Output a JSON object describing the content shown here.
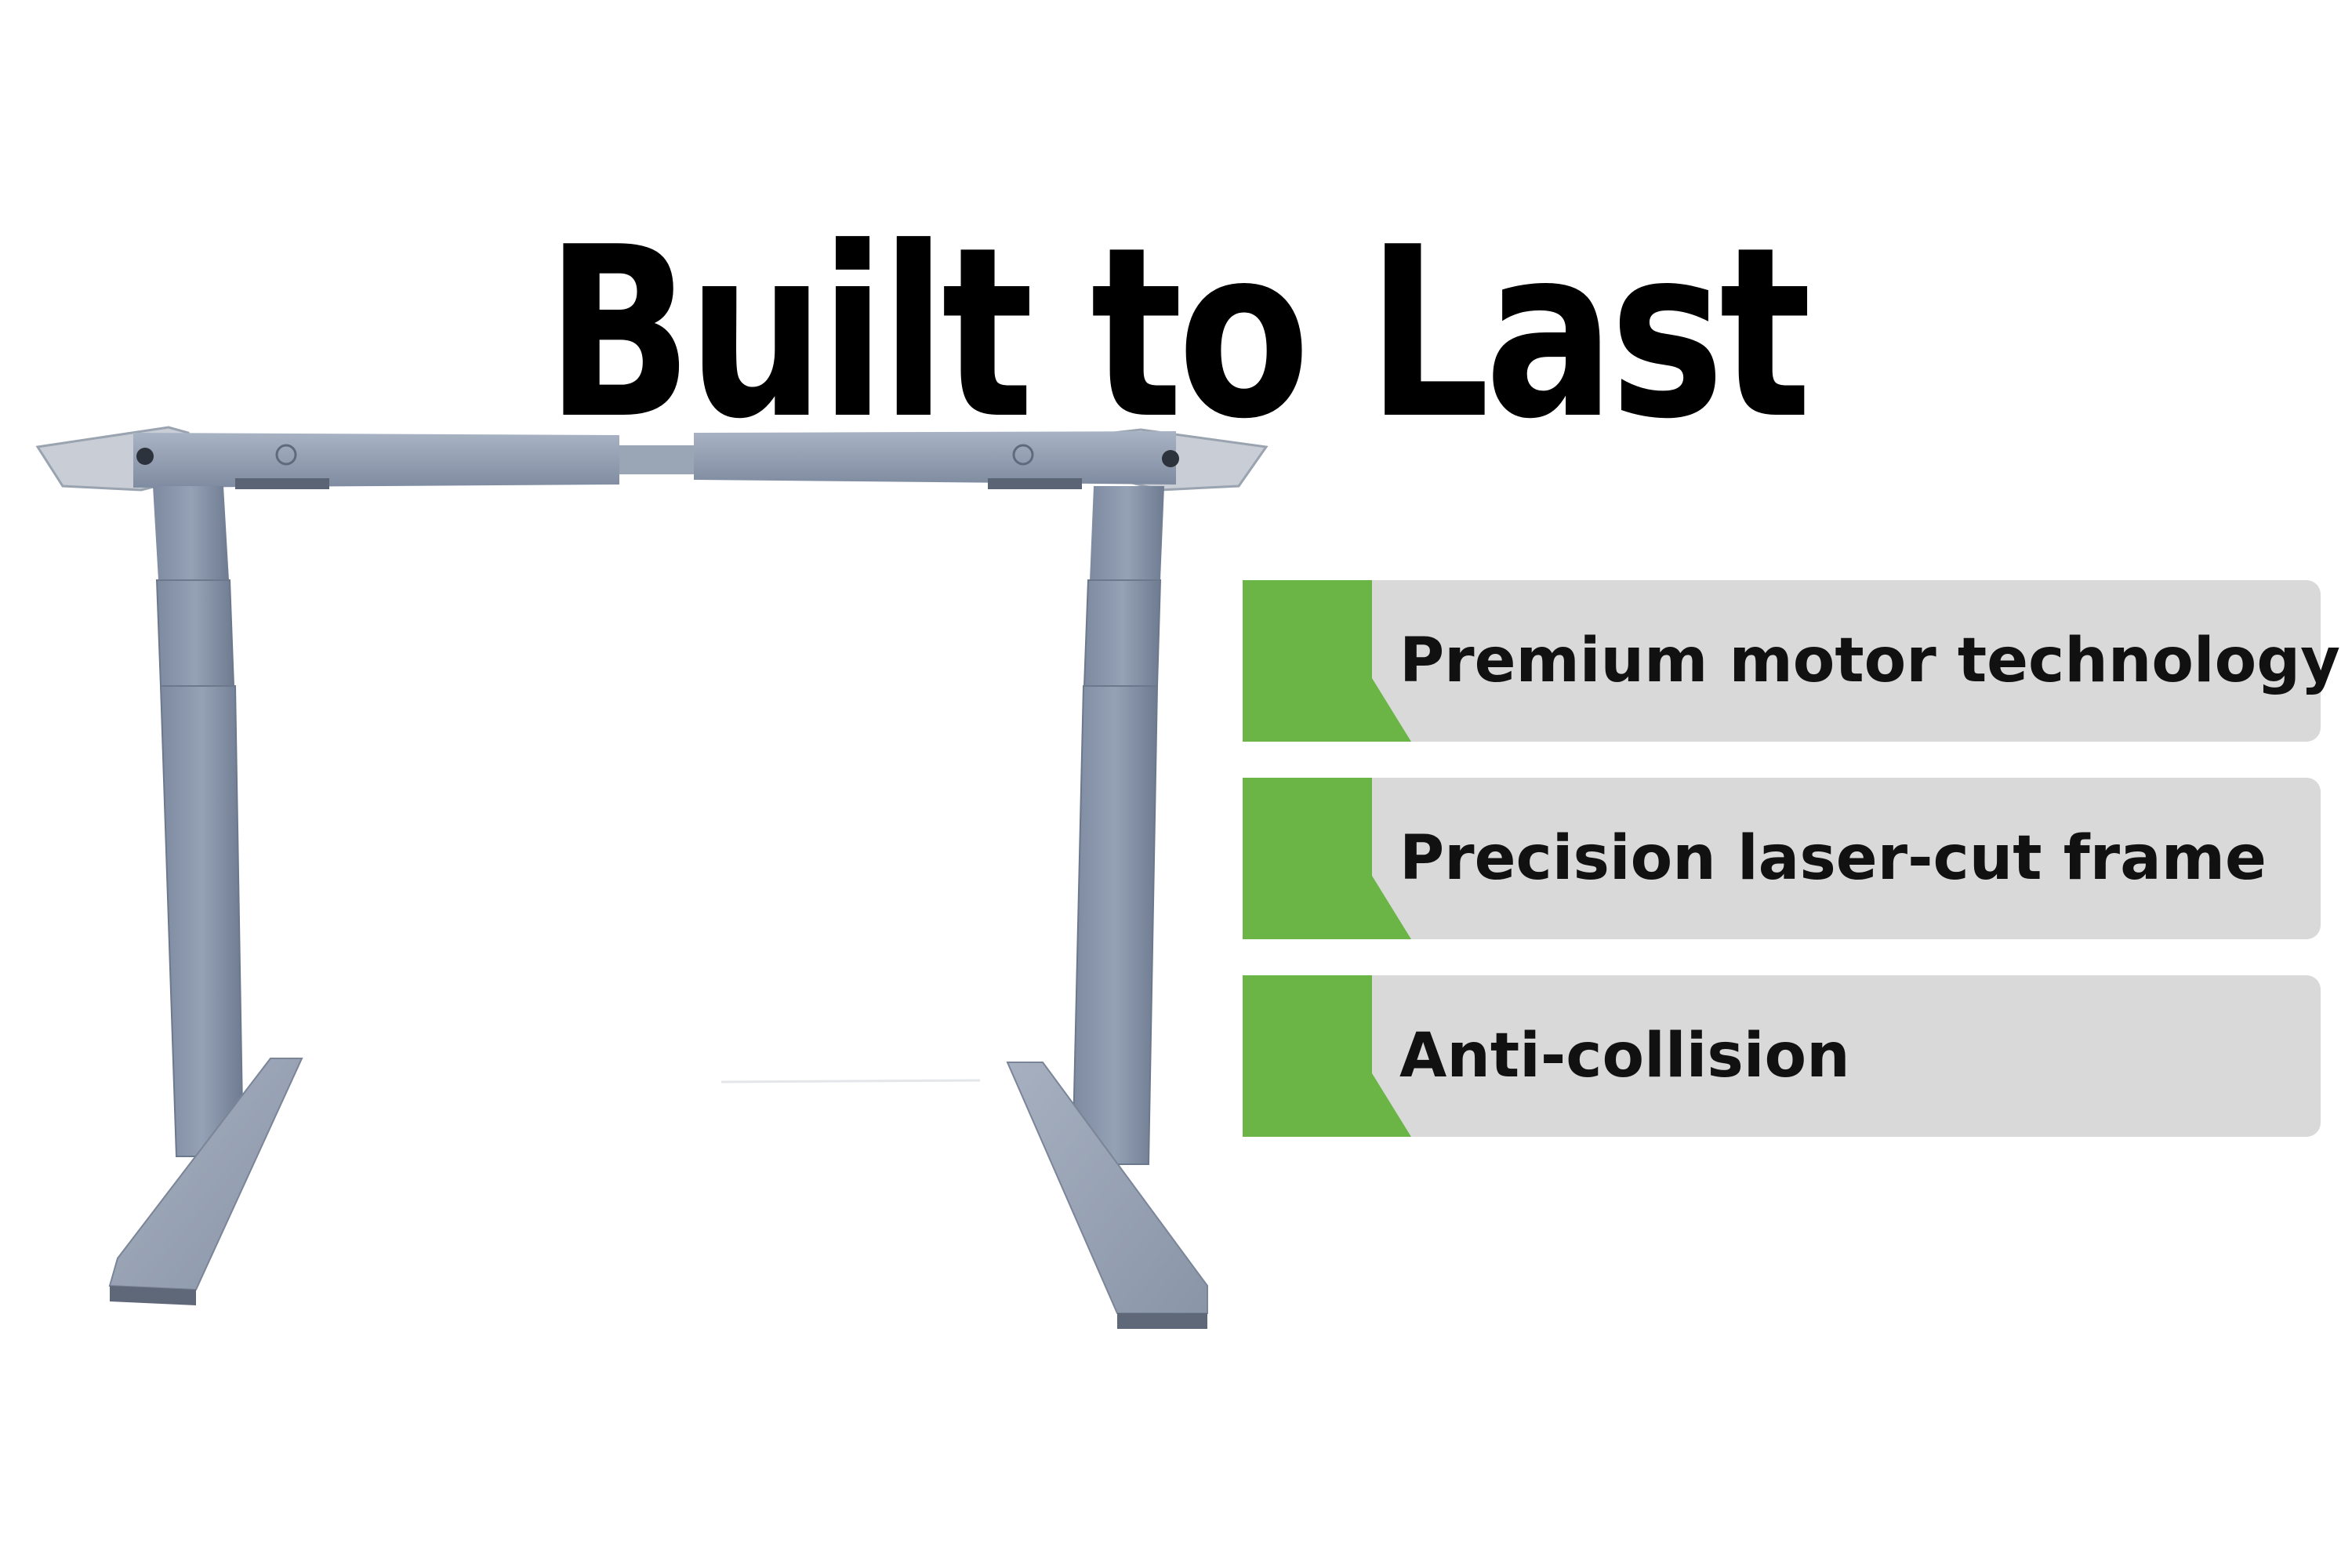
{
  "headline": "Built to Last",
  "colors": {
    "accent_green": "#6ab545",
    "bar_gray": "#d9d9d9",
    "frame_blue_gray": "#8a96a8"
  },
  "features": [
    {
      "label": "Premium motor technology"
    },
    {
      "label": "Precision laser-cut frame"
    },
    {
      "label": "Anti-collision"
    }
  ],
  "product_image": "standing-desk-frame"
}
